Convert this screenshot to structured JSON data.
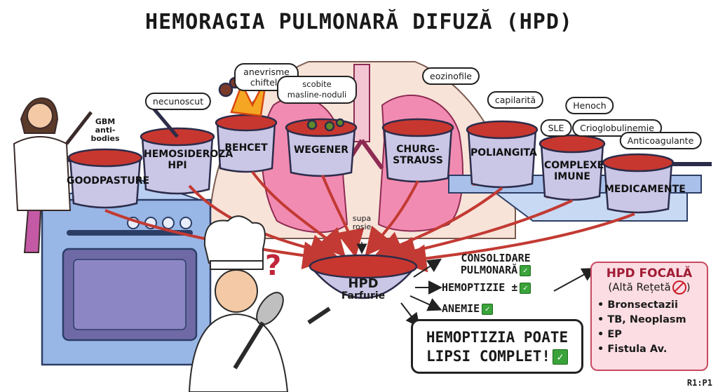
{
  "title": "HEMORAGIA PULMONARĂ DIFUZĂ (HPD)",
  "pots": [
    {
      "label": "GOODPASTURE"
    },
    {
      "label": "HEMOSIDEROZA HPI"
    },
    {
      "label": "BEHCET"
    },
    {
      "label": "WEGENER"
    },
    {
      "label": "CHURG-STRAUSS"
    },
    {
      "label": "POLIANGITA"
    },
    {
      "label": "COMPLEXE IMUNE"
    },
    {
      "label": "MEDICAMENTE"
    }
  ],
  "ingredients": {
    "gbm_antibodies": "GBM anti-bodies",
    "necunoscut": "necunoscut",
    "anevrisme": "anevrisme chiftele",
    "scobite": "scobite masline-noduli",
    "eozinofile": "eozinofile",
    "capilarita": "capilarită",
    "henoch": "Henoch",
    "sle": "SLE",
    "crioglobulinemie": "Crioglobulinemie",
    "anticoagulante": "Anticoagulante",
    "supa_rosie": "supa rosie"
  },
  "bowl": {
    "title": "HPD",
    "subtitle": "Farfurie"
  },
  "outcomes": [
    {
      "label": "CONSOLIDARE PULMONARĂ"
    },
    {
      "label": "HEMOPTIZIE ±"
    },
    {
      "label": "ANEMIE"
    }
  ],
  "warning": "HEMOPTIZIA POATE LIPSI COMPLET!",
  "focal": {
    "title": "HPD FOCALĂ",
    "subtitle": "(Altă Rețetă",
    "items": [
      "Bronsectazii",
      "TB, Neoplasm",
      "EP",
      "Fistula Av."
    ]
  },
  "page_id": "R1:P1",
  "colors": {
    "pot": "#c9c6e6",
    "soup": "#c8372f",
    "lung": "#f28bb1",
    "arrow": "#c23a33",
    "stove": "#98b6e6",
    "check": "#3aa33a",
    "focal_bg": "#fbdde3"
  }
}
